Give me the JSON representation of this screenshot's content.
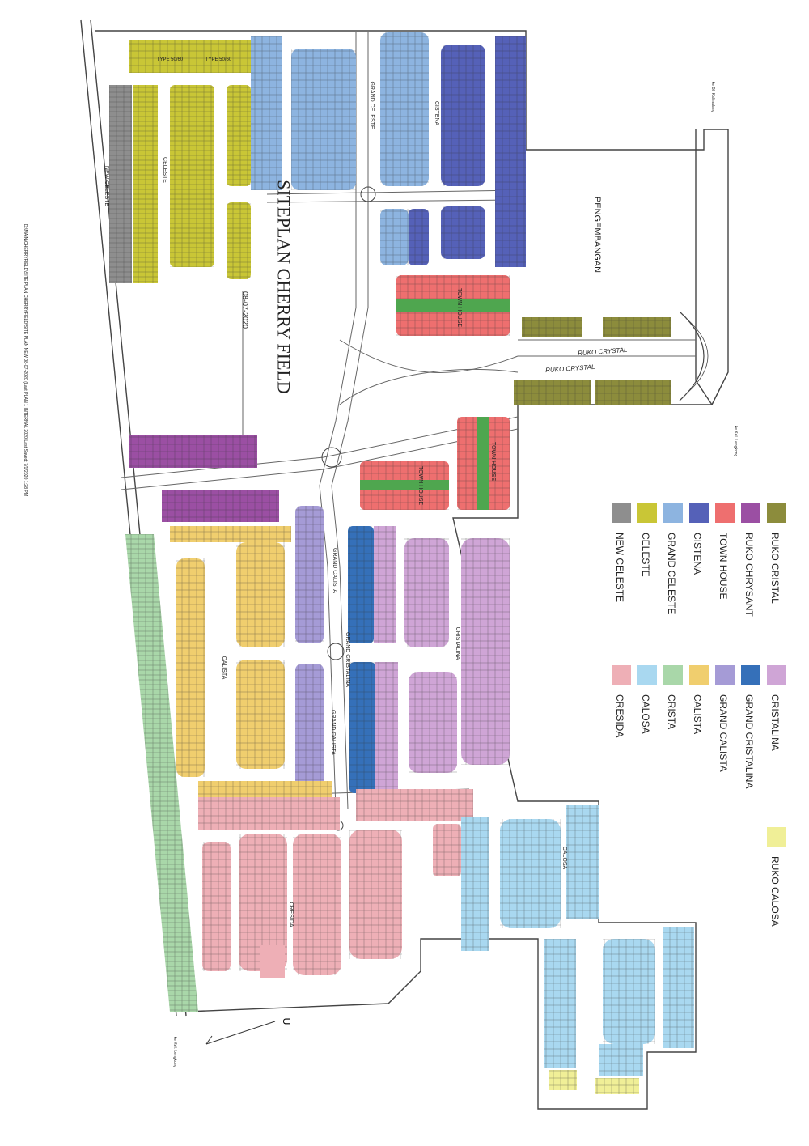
{
  "title": "SITEPLAN CHERRY FIELD",
  "date": "08-07-2020",
  "file_note": "D:\\MAIN\\CHERRYFIELD\\SITE PLAN CHERRYFIELD\\SITE PLAN NEW 08-07-2020 (Last PLAN 1 INTERNAL 2020 Last Saved: 7/1/2020 1:28 PM",
  "north_label": "U",
  "colors": {
    "ruko_cristal": "#8c8c3c",
    "ruko_chrysant": "#9b4fa3",
    "town_house": "#ee6f6f",
    "cistena": "#5561b8",
    "grand_celeste": "#8db4e0",
    "celeste": "#c9c636",
    "new_celeste": "#8e8e8e",
    "cristalina": "#cfa5d6",
    "grand_cristalina": "#3570b9",
    "grand_calista": "#a59bd6",
    "calista": "#f0ce6e",
    "crista": "#a9d7a9",
    "calosa": "#a9d8f0",
    "cresida": "#eeafb6",
    "ruko_calosa": "#f0ef97",
    "green": "#4fa64f"
  },
  "legend": [
    {
      "key": "ruko_cristal",
      "label": "RUKO CRISTAL"
    },
    {
      "key": "ruko_chrysant",
      "label": "RUKO CHRYSANT"
    },
    {
      "key": "town_house",
      "label": "TOWN HOUSE"
    },
    {
      "key": "cistena",
      "label": "CISTENA"
    },
    {
      "key": "grand_celeste",
      "label": "GRAND CELESTE"
    },
    {
      "key": "celeste",
      "label": "CELESTE"
    },
    {
      "key": "new_celeste",
      "label": "NEW CELESTE"
    },
    {
      "key": "cristalina",
      "label": "CRISTALINA"
    },
    {
      "key": "grand_cristalina",
      "label": "GRAND CRISTALINA"
    },
    {
      "key": "grand_calista",
      "label": "GRAND CALISTA"
    },
    {
      "key": "calista",
      "label": "CALISTA"
    },
    {
      "key": "crista",
      "label": "CRISTA"
    },
    {
      "key": "calosa",
      "label": "CALOSA"
    },
    {
      "key": "cresida",
      "label": "CRESIDA"
    },
    {
      "key": "ruko_calosa",
      "label": "RUKO CALOSA"
    }
  ],
  "labels": {
    "pengembangan": "PENGEMBANGAN",
    "ruko_crystal": "RUKO CRYSTAL",
    "town_house": "TOWN HOUSE",
    "grand_celeste": "GRAND CELESTE",
    "cistena": "CISTENA",
    "celeste": "CELESTE",
    "new_celeste": "NEW CELESTE",
    "grand_calista": "GRAND CALISTA",
    "grand_cristalina": "GRAND CRISTALINA",
    "cristalina": "CRISTALINA",
    "calista": "CALISTA",
    "cresida": "CRESIDA",
    "calosa": "CALOSA",
    "type_50_60": "TYPE 50/60",
    "road_a": "ke Bl. Kalimalang",
    "road_b": "ke Kel. Lengkong",
    "road_c": "ke Kel. Lengkong"
  }
}
